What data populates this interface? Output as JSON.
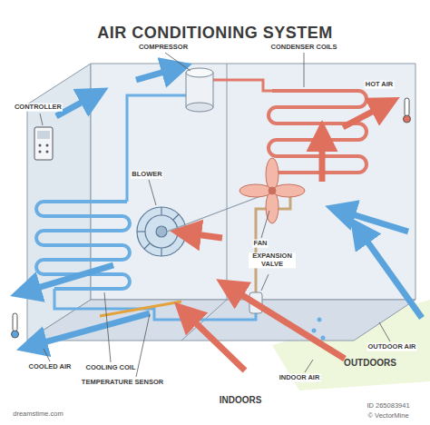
{
  "diagram": {
    "title": "AIR CONDITIONING SYSTEM",
    "labels": [
      "COMPRESSOR",
      "CONDENSER COILS",
      "HOT AIR",
      "CONTROLLER",
      "BLOWER",
      "FAN",
      "EXPANSION VALVE",
      "OUTDOOR AIR",
      "OUTDOORS",
      "COOLED AIR",
      "COOLING COIL",
      "TEMPERATURE SENSOR",
      "INDOOR AIR",
      "INDOORS",
      "dreamstime.com",
      "ID 265083941",
      "© VectorMine"
    ]
  }
}
